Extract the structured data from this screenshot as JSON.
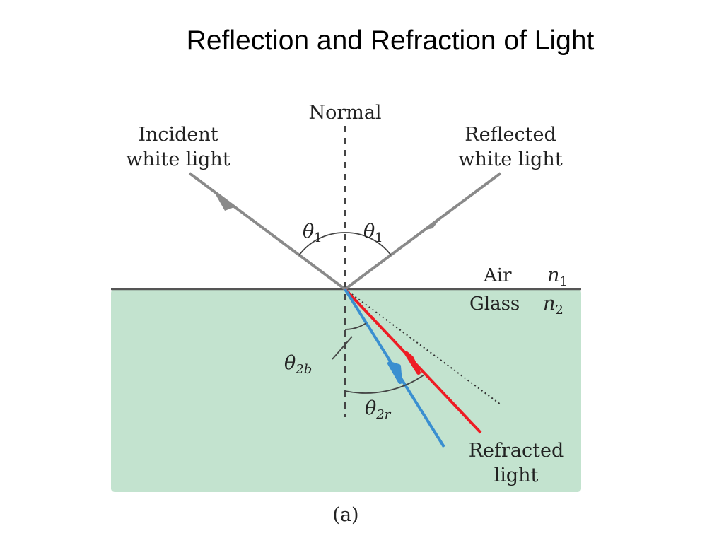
{
  "slide": {
    "title": "Reflection and Refraction of Light"
  },
  "diagram": {
    "normal_label": "Normal",
    "incident_label": [
      "Incident",
      "white light"
    ],
    "reflected_label": [
      "Reflected",
      "white light"
    ],
    "angle_incident": {
      "symbol": "θ",
      "sub": "1"
    },
    "angle_reflected": {
      "symbol": "θ",
      "sub": "1"
    },
    "medium_top": {
      "name": "Air",
      "index_symbol": "n",
      "index_sub": "1"
    },
    "medium_bottom": {
      "name": "Glass",
      "index_symbol": "n",
      "index_sub": "2"
    },
    "angle_blue": {
      "symbol": "θ",
      "sub": "2b"
    },
    "angle_red": {
      "symbol": "θ",
      "sub": "2r"
    },
    "refracted_label": [
      "Refracted",
      "light"
    ],
    "caption": "(a)",
    "colors": {
      "glass": "#c3e3cf",
      "ray_white": "#8a8a8a",
      "ray_red": "#ee1c24",
      "ray_blue": "#3a8fd0",
      "surface": "#555555"
    }
  }
}
